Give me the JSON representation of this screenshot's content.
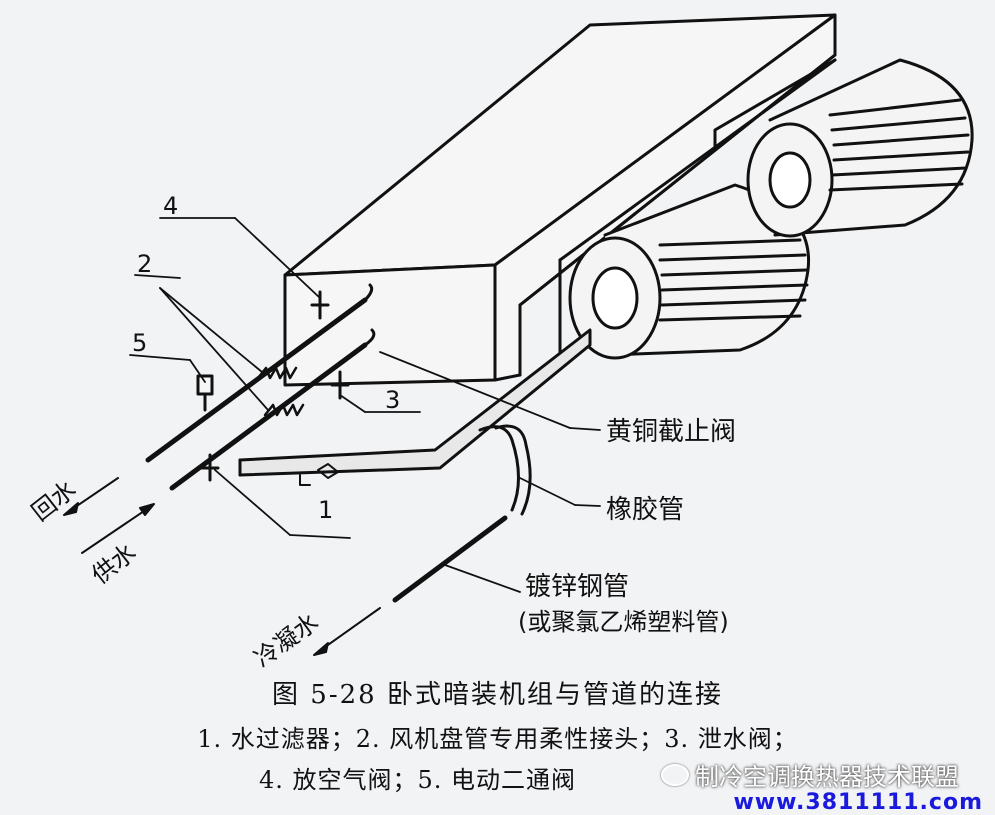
{
  "labels": {
    "n1": "1",
    "n2": "2",
    "n3": "3",
    "n4": "4",
    "n5": "5",
    "brass_valve": "黄铜截止阀",
    "rubber_hose": "橡胶管",
    "galv_pipe_line1": "镀锌钢管",
    "galv_pipe_line2": "(或聚氯乙烯塑料管)",
    "return_water": "回水",
    "supply_water": "供水",
    "condensate": "冷凝水"
  },
  "caption": {
    "title": "图 5-28   卧式暗装机组与管道的连接",
    "legend_line1": "1. 水过滤器；2. 风机盘管专用柔性接头；3. 泄水阀；",
    "legend_line2": "4. 放空气阀；5. 电动二通阀"
  },
  "watermark": {
    "text": "制冷空调换热器技术联盟",
    "icon": "wechat-icon"
  },
  "site": {
    "url": "www.3811111.com"
  },
  "colors": {
    "background": "#f2f3f5",
    "ink": "#111111",
    "url": "#1a1adc"
  }
}
